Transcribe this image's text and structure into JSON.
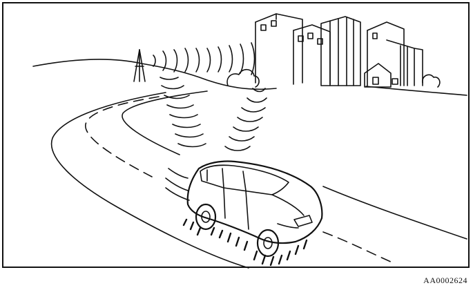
{
  "figure": {
    "caption": "AA0002624",
    "line_color": "#111111",
    "background": "#ffffff",
    "depicts": [
      "antenna",
      "buildings",
      "road",
      "car",
      "radio-waves"
    ]
  }
}
